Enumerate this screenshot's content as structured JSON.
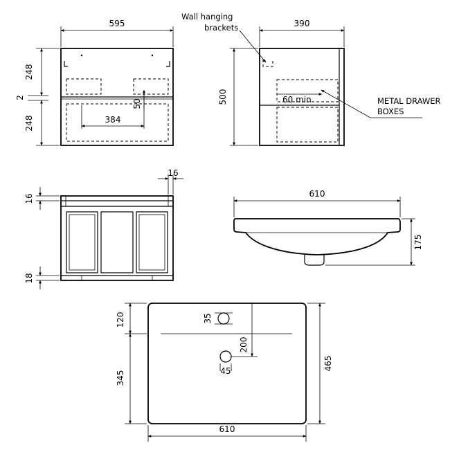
{
  "front_view": {
    "width": "595",
    "top_height": "248",
    "bottom_height": "248",
    "gap": "2",
    "bracket_spacing": "384",
    "bracket_offset": "50"
  },
  "side_view": {
    "depth": "390",
    "height": "500",
    "drawer_clearance": "60 min",
    "label_brackets_line1": "Wall hanging",
    "label_brackets_line2": "brackets",
    "label_boxes_line1": "METAL DRAWER",
    "label_boxes_line2": "BOXES"
  },
  "top_view": {
    "panel_thickness": "16",
    "frame_top": "16",
    "frame_bottom": "18"
  },
  "basin_side": {
    "width": "610",
    "height": "175"
  },
  "basin_plan": {
    "tap_offset": "120",
    "tap_hole": "35",
    "waste_offset": "200",
    "waste_hole": "45",
    "front_depth": "345",
    "depth": "465",
    "width": "610"
  }
}
